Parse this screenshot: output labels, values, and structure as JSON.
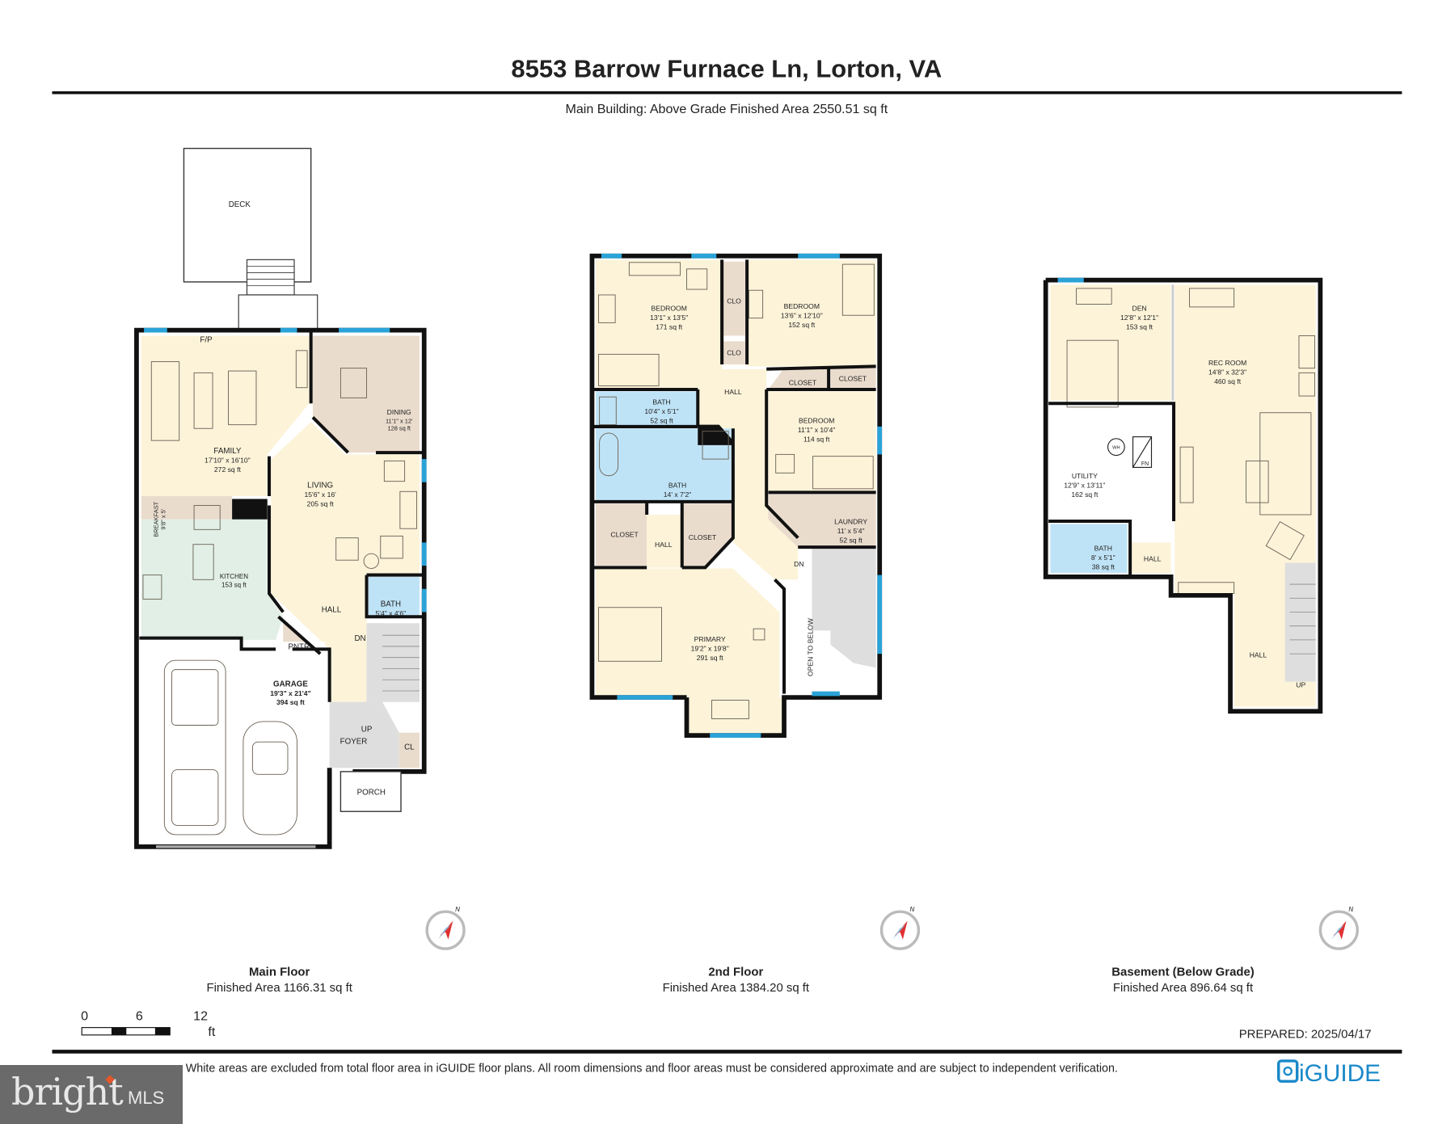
{
  "header": {
    "title": "8553 Barrow Furnace Ln, Lorton, VA",
    "subtitle": "Main Building: Above Grade Finished Area 2550.51 sq ft"
  },
  "floors": {
    "main": {
      "name": "Main Floor",
      "area": "Finished Area 1166.31 sq ft",
      "labels": {
        "deck": "DECK",
        "fp": "F/P",
        "family": [
          "FAMILY",
          "17'10\" x 16'10\"",
          "272 sq ft"
        ],
        "dining": [
          "DINING",
          "11'1\" x 12'",
          "128 sq ft"
        ],
        "living": [
          "LIVING",
          "15'6\" x 16'",
          "205 sq ft"
        ],
        "breakfast": [
          "BREAKFAST",
          "9'8\" x 5'"
        ],
        "kitchen": [
          "KITCHEN",
          "153 sq ft"
        ],
        "hall": "HALL",
        "bath": [
          "BATH",
          "5'4\" x 4'6\""
        ],
        "dn": "DN",
        "pntr": "PNTR",
        "garage": [
          "GARAGE",
          "19'3\" x 21'4\"",
          "394 sq ft"
        ],
        "up": "UP",
        "foyer": "FOYER",
        "cl": "CL",
        "porch": "PORCH"
      }
    },
    "second": {
      "name": "2nd Floor",
      "area": "Finished Area 1384.20 sq ft",
      "labels": {
        "bedroom1": [
          "BEDROOM",
          "13'1\" x 13'5\"",
          "171 sq ft"
        ],
        "clo1": "CLO",
        "clo2": "CLO",
        "bedroom2": [
          "BEDROOM",
          "13'6\" x 12'10\"",
          "152 sq ft"
        ],
        "hall": "HALL",
        "closet1": "CLOSET",
        "closet2": "CLOSET",
        "bath1": [
          "BATH",
          "10'4\" x 5'1\"",
          "52 sq ft"
        ],
        "bath2": [
          "BATH",
          "14' x 7'2\""
        ],
        "bedroom3": [
          "BEDROOM",
          "11'1\" x 10'4\"",
          "114 sq ft"
        ],
        "closet3": "CLOSET",
        "hall2": "HALL",
        "closet4": "CLOSET",
        "laundry": [
          "LAUNDRY",
          "11' x 5'4\"",
          "52 sq ft"
        ],
        "dn": "DN",
        "primary": [
          "PRIMARY",
          "19'2\" x 19'8\"",
          "291 sq ft"
        ],
        "open": "OPEN TO BELOW"
      }
    },
    "basement": {
      "name": "Basement (Below Grade)",
      "area": "Finished Area 896.64 sq ft",
      "labels": {
        "den": [
          "DEN",
          "12'8\" x 12'1\"",
          "153 sq ft"
        ],
        "rec": [
          "REC ROOM",
          "14'8\" x 32'3\"",
          "460 sq ft"
        ],
        "wh": "WH",
        "fn": "FN",
        "utility": [
          "UTILITY",
          "12'9\" x 13'11\"",
          "162 sq ft"
        ],
        "bath": [
          "BATH",
          "8' x 5'1\"",
          "38 sq ft"
        ],
        "hall1": "HALL",
        "hall2": "HALL",
        "up": "UP"
      }
    }
  },
  "compass": {
    "north_label": "N",
    "needle_color": "#e03030"
  },
  "scale": {
    "ticks": [
      "0",
      "6",
      "12"
    ],
    "unit": "ft"
  },
  "prepared": "PREPARED: 2025/04/17",
  "disclaimer": "White areas are excluded from total floor area in iGUIDE floor plans. All room dimensions and floor areas must be considered approximate and are subject to independent verification.",
  "logos": {
    "iguide": "iGUIDE",
    "iguide_color": "#1a88c9",
    "bright_mls": "bright MLS"
  },
  "colors": {
    "room": "#fcf3d9",
    "closet": "#eadccd",
    "bath": "#bfe3f6",
    "kitchen": "#e1efe6",
    "window": "#2aa3d8"
  }
}
